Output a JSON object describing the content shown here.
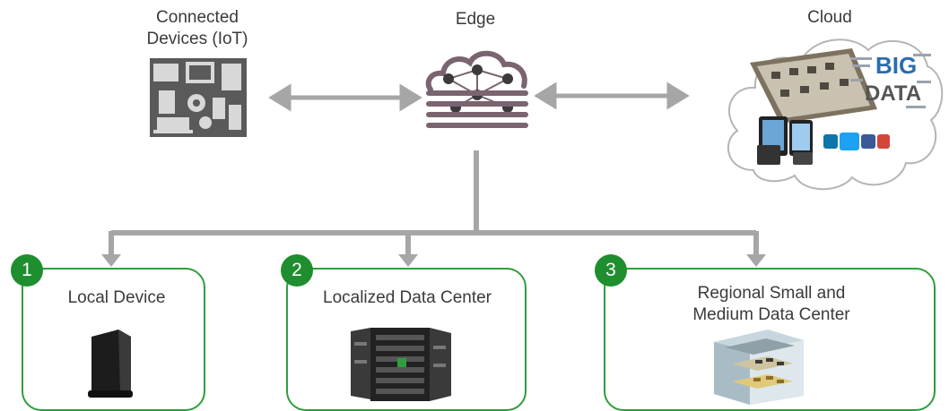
{
  "columns": {
    "iot_label": "Connected\nDevices (IoT)",
    "edge_label": "Edge",
    "cloud_label": "Cloud"
  },
  "cloud_image": {
    "big_data_text_1": "BIG",
    "big_data_text_2": "DATA"
  },
  "tiers": [
    {
      "number": "1",
      "title": "Local Device"
    },
    {
      "number": "2",
      "title": "Localized Data Center"
    },
    {
      "number": "3",
      "title": "Regional Small and\nMedium Data Center"
    }
  ],
  "colors": {
    "accent_green": "#2e9e3e",
    "badge_green": "#1e8e2e",
    "arrow_gray": "#a6a6a6",
    "edge_icon": "#7a6470"
  },
  "icons": [
    "iot-devices-icon",
    "edge-cloud-icon",
    "cloud-icon",
    "cable-modem-icon",
    "server-rack-icon",
    "building-datacenter-icon"
  ]
}
